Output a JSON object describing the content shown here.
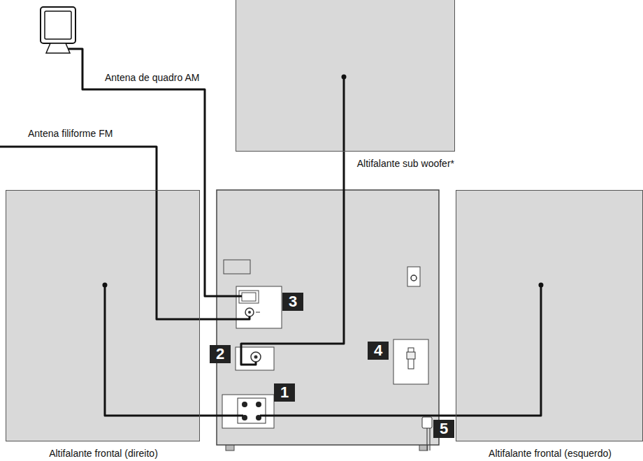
{
  "diagram": {
    "nodes": [
      {
        "text": [
          "Altifalante sub woofer*"
        ]
      },
      {
        "text": [
          "Altifalante frontal (direito)"
        ]
      },
      {
        "text": [
          "Altifalante frontal (esquerdo)"
        ]
      }
    ],
    "labels": [
      "Antena de quadro AM",
      "Antena filiforme FM",
      "3",
      "2",
      "4",
      "1",
      "5"
    ]
  }
}
